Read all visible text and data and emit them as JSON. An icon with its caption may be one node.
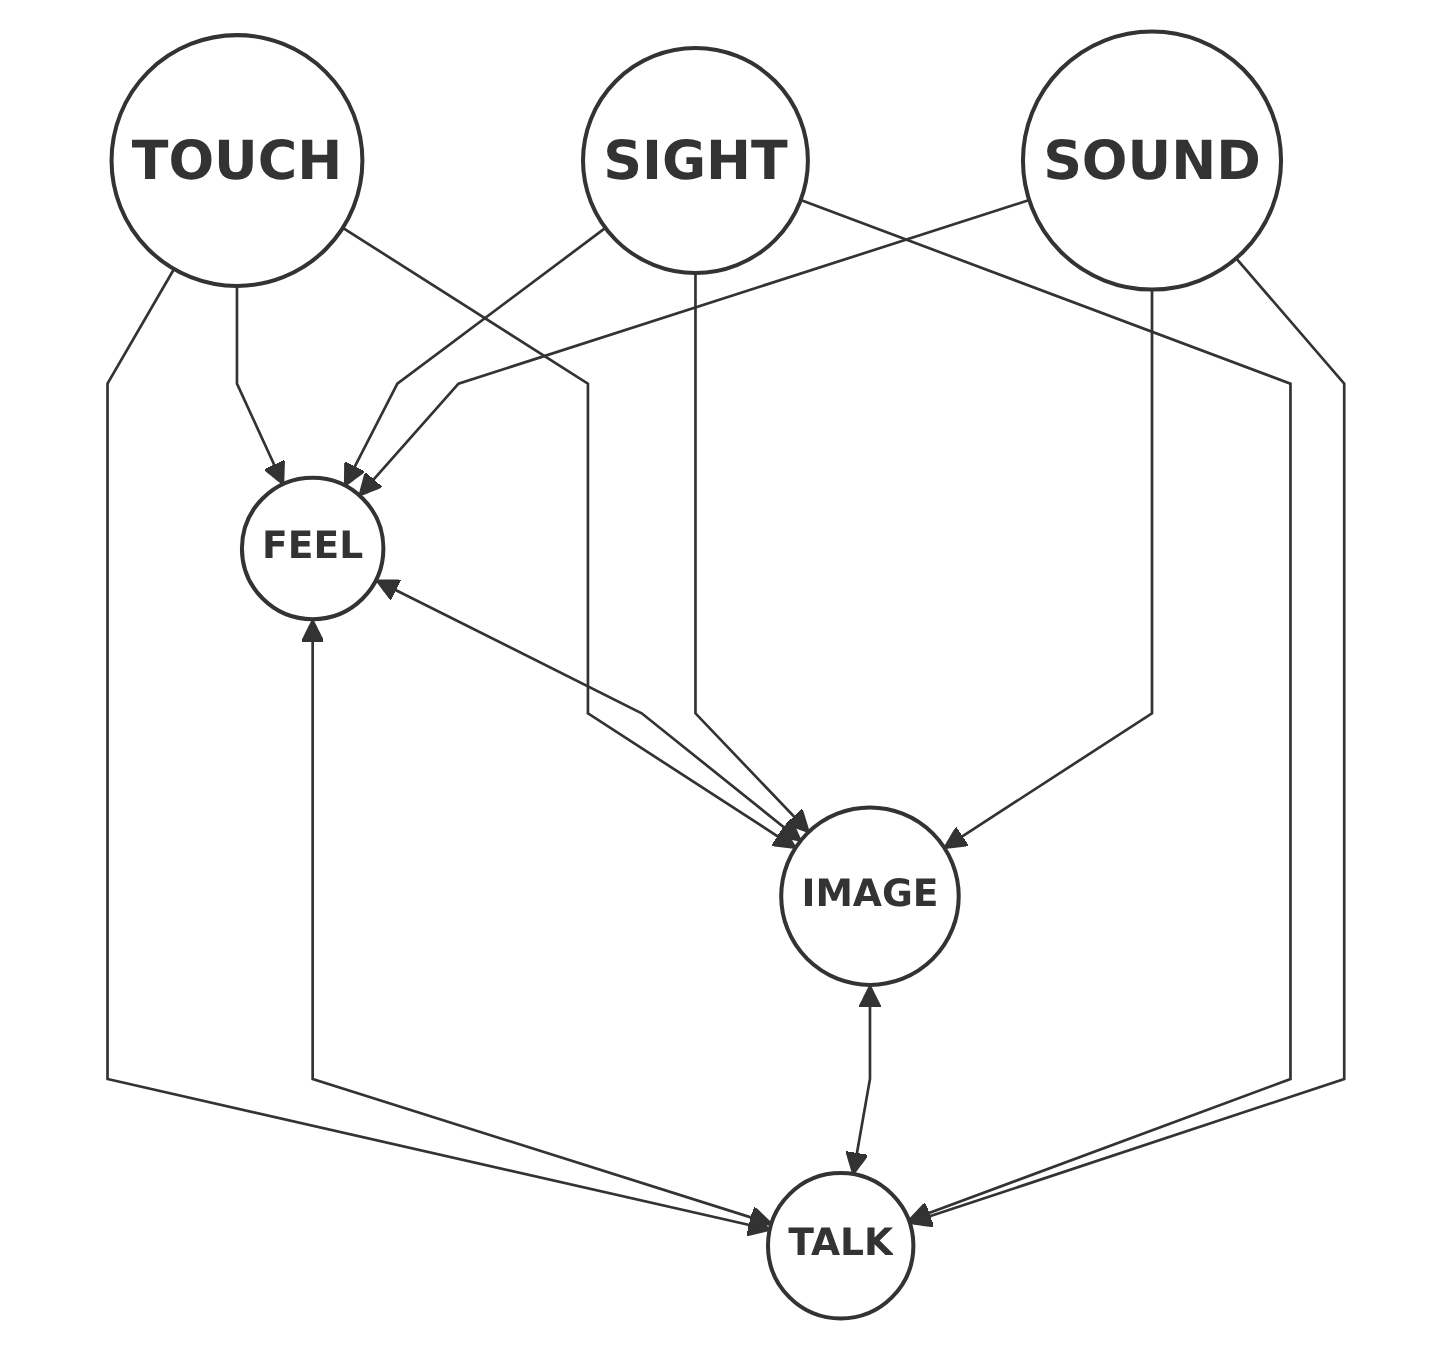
{
  "diagram": {
    "nodes": [
      {
        "text": [
          "TOUCH"
        ]
      },
      {
        "text": [
          "FEEL"
        ]
      },
      {
        "text": [
          "IMAGE"
        ]
      },
      {
        "text": [
          "TALK"
        ]
      },
      {
        "text": [
          "SIGHT"
        ]
      },
      {
        "text": [
          "SOUND"
        ]
      }
    ],
    "edges": [
      {
        "from": 0,
        "to": 1,
        "arrow": "to"
      },
      {
        "from": 0,
        "to": 2,
        "arrow": "to"
      },
      {
        "from": 0,
        "to": 3,
        "arrow": "to"
      },
      {
        "from": 4,
        "to": 1,
        "arrow": "to"
      },
      {
        "from": 5,
        "to": 1,
        "arrow": "to"
      },
      {
        "from": 1,
        "to": 2,
        "arrow": "both"
      },
      {
        "from": 1,
        "to": 3,
        "arrow": "both"
      },
      {
        "from": 2,
        "to": 3,
        "arrow": "both"
      },
      {
        "from": 4,
        "to": 2,
        "arrow": "to"
      },
      {
        "from": 4,
        "to": 3,
        "arrow": "to"
      },
      {
        "from": 5,
        "to": 2,
        "arrow": "to"
      },
      {
        "from": 5,
        "to": 3,
        "arrow": "to"
      }
    ]
  }
}
